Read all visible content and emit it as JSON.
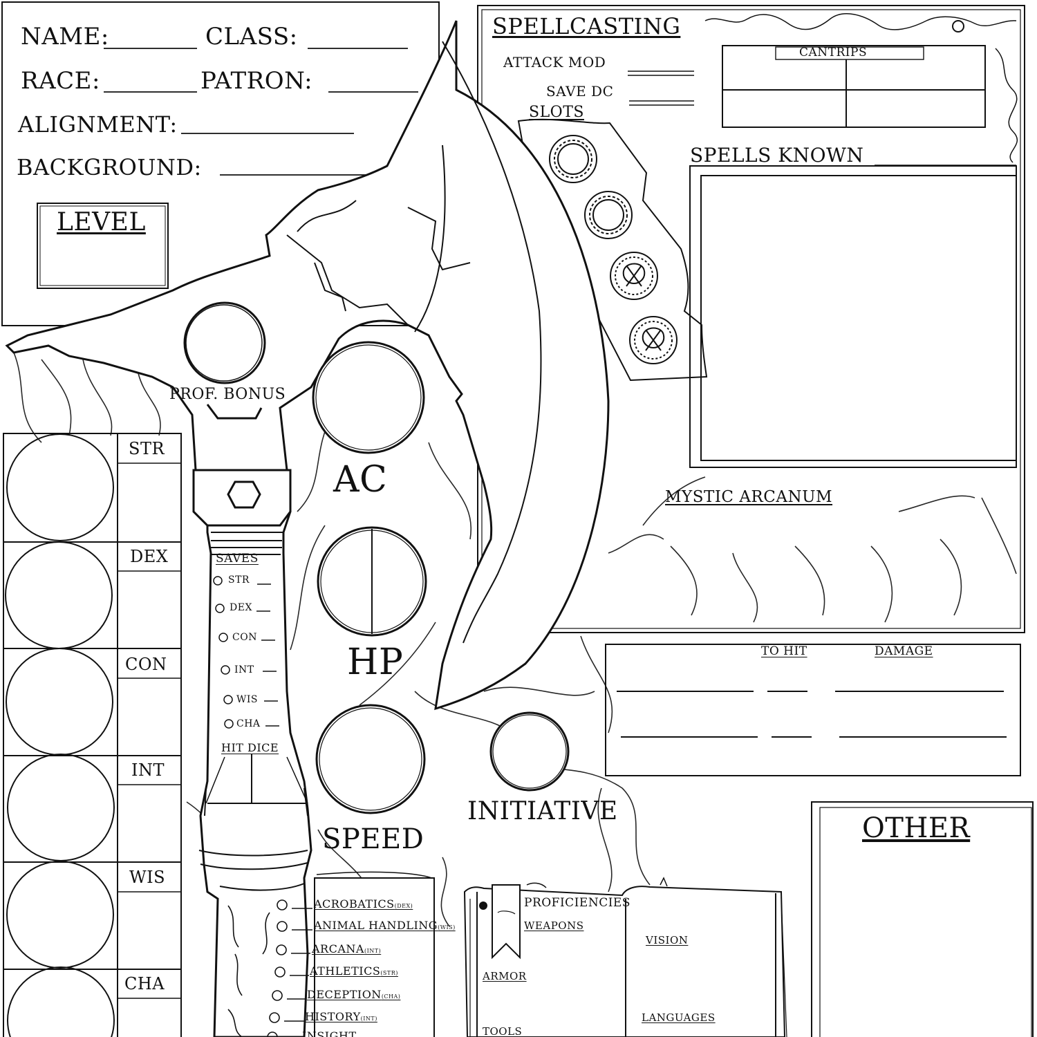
{
  "identity": {
    "name_label": "NAME:",
    "class_label": "CLASS:",
    "race_label": "RACE:",
    "patron_label": "PATRON:",
    "alignment_label": "ALIGNMENT:",
    "background_label": "BACKGROUND:",
    "level_label": "LEVEL"
  },
  "combat": {
    "prof_bonus_label": "PROF. BONUS",
    "ac_label": "AC",
    "hp_label": "HP",
    "speed_label": "SPEED",
    "initiative_label": "INITIATIVE",
    "hit_dice_label": "HIT DICE"
  },
  "abilities": [
    "STR",
    "DEX",
    "CON",
    "INT",
    "WIS",
    "CHA"
  ],
  "saves": {
    "title": "SAVES",
    "items": [
      "STR",
      "DEX",
      "CON",
      "INT",
      "WIS",
      "CHA"
    ]
  },
  "skills": [
    {
      "name": "ACROBATICS",
      "ability": "(DEX)"
    },
    {
      "name": "ANIMAL HANDLING",
      "ability": "(WIS)"
    },
    {
      "name": "ARCANA",
      "ability": "(INT)"
    },
    {
      "name": "ATHLETICS",
      "ability": "(STR)"
    },
    {
      "name": "DECEPTION",
      "ability": "(CHA)"
    },
    {
      "name": "HISTORY",
      "ability": "(INT)"
    },
    {
      "name": "INSIGHT",
      "ability": ""
    }
  ],
  "spellcasting": {
    "title": "SPELLCASTING",
    "attack_mod_label": "ATTACK MOD",
    "save_dc_label": "SAVE DC",
    "cantrips_label": "CANTRIPS",
    "slots_label": "SLOTS",
    "spells_known_label": "SPELLS KNOWN",
    "mystic_arcanum_label": "MYSTIC ARCANUM"
  },
  "attacks": {
    "to_hit_label": "TO HIT",
    "damage_label": "DAMAGE"
  },
  "other": {
    "title": "OTHER"
  },
  "proficiencies": {
    "title": "PROFICIENCIES",
    "weapons_label": "WEAPONS",
    "armor_label": "ARMOR",
    "tools_label": "TOOLS",
    "vision_label": "VISION",
    "languages_label": "LANGUAGES"
  },
  "colors": {
    "ink": "#111111",
    "paper": "#ffffff"
  },
  "icons": [
    "battle-axe-illustration",
    "spell-slot-ring-icon",
    "skull-sigil-icon",
    "bookmark-ribbon-icon",
    "tree-root-background"
  ]
}
